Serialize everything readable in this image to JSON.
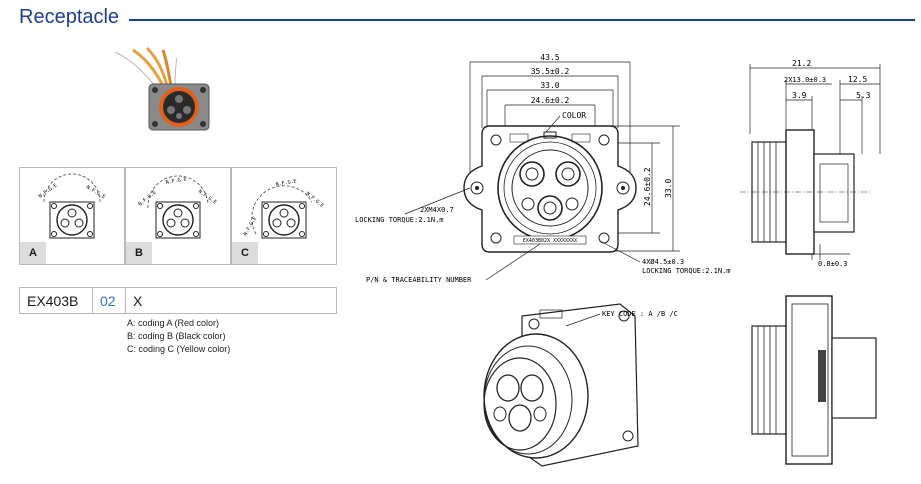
{
  "section": {
    "title": "Receptacle",
    "accent": "#1d3f8f"
  },
  "part_number": {
    "series": "EX403B",
    "code": "02",
    "coding": "X",
    "code_color": "#2e6fba"
  },
  "coding_notes": [
    "A: coding A (Red color)",
    "B: coding B (Black color)",
    "C: coding C (Yellow color)"
  ],
  "coding_views": [
    {
      "label": "A",
      "marks": [
        "N.F.G.E",
        "N.F.G.E"
      ]
    },
    {
      "label": "B",
      "marks": [
        "N.F.G.E",
        "N.F.G.E",
        "N.F.G.E"
      ]
    },
    {
      "label": "C",
      "marks": [
        "N.F.G.E",
        "N.F.G.E",
        "N.F.G.E"
      ]
    }
  ],
  "front_view": {
    "dims_top": [
      "43.5",
      "35.5±0.2",
      "33.0",
      "24.6±0.2"
    ],
    "dim_right_inner": "24.6±0.2",
    "dim_right_outer": "33.0",
    "color_label": "COLOR",
    "screw_note": [
      "2XM4X0.7",
      "LOCKING TORQUE:2.1N.m"
    ],
    "hole_note": [
      "4XØ4.5±0.3",
      "LOCKING TORQUE:2.1N.m"
    ],
    "pn_label": "P/N & TRACEABILITY NUMBER",
    "marking": "EX403B02X XXXXXXXX"
  },
  "iso_view": {
    "key_label": "KEY CODE : A /B /C"
  },
  "side_view": {
    "dims": [
      "21.2",
      "2X13.0±0.3",
      "12.5",
      "3.9",
      "5.3",
      "0.8±0.3"
    ]
  }
}
